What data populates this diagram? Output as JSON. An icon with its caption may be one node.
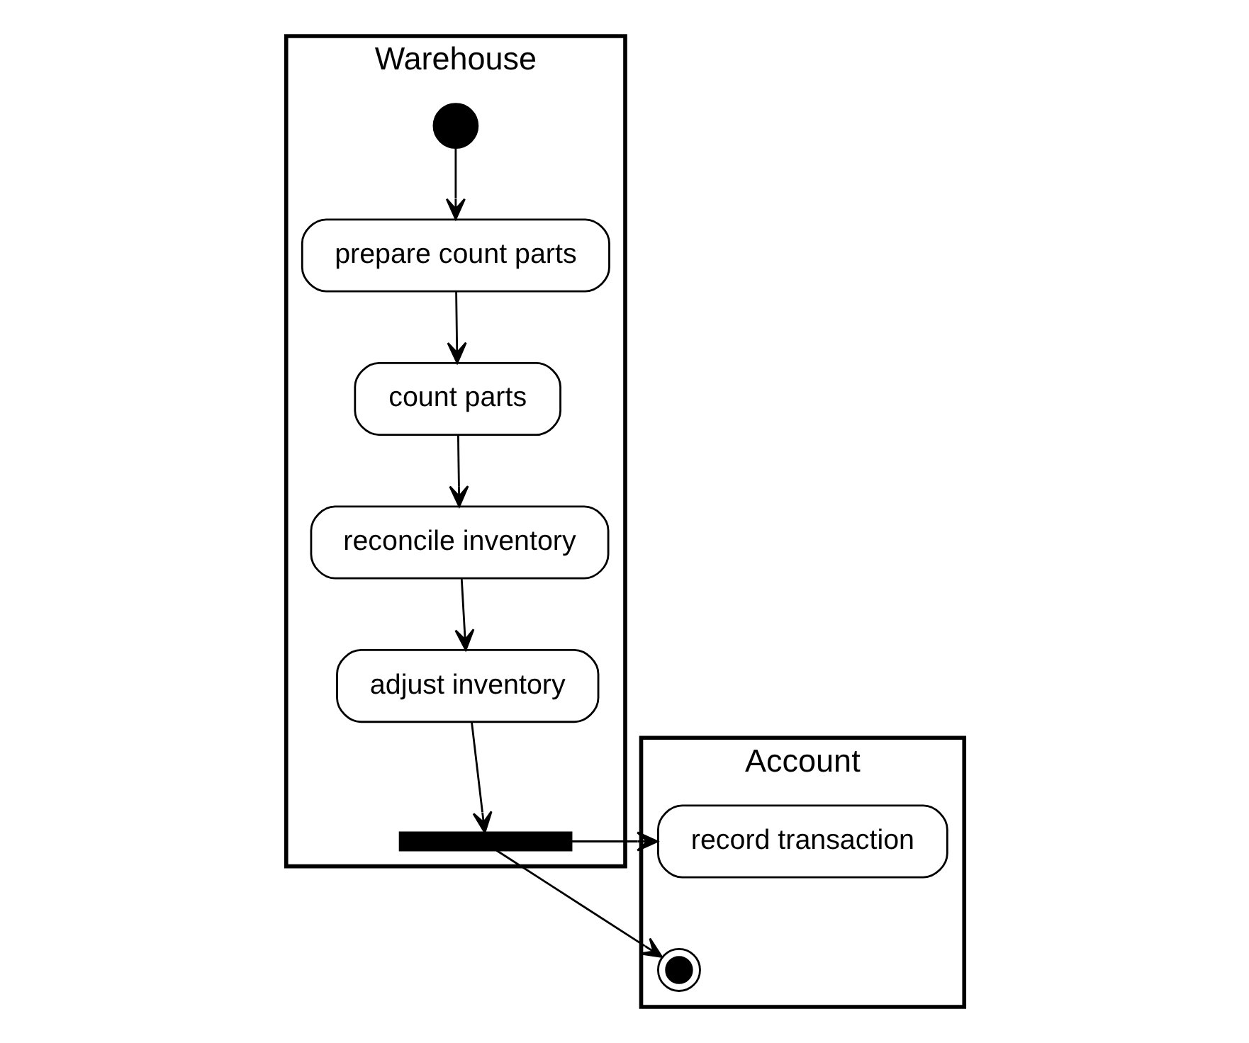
{
  "diagram": {
    "nodes": [
      {
        "text": [
          "Warehouse"
        ]
      },
      {
        "text": [
          "Account"
        ]
      },
      {
        "text": [],
        "shape": "circle",
        "in": 0
      },
      {
        "text": [
          "prepare count parts"
        ],
        "in": 0
      },
      {
        "text": [
          "count parts"
        ],
        "in": 0
      },
      {
        "text": [
          "reconcile inventory"
        ],
        "in": 0
      },
      {
        "text": [
          "adjust inventory"
        ],
        "in": 0
      },
      {
        "text": [],
        "shape": "bar",
        "in": 0
      },
      {
        "text": [
          "record transaction"
        ],
        "in": 1
      },
      {
        "text": [],
        "shape": "bullseye",
        "in": 1
      }
    ],
    "edges": [
      {
        "from": 2,
        "to": 3,
        "arrow": "to"
      },
      {
        "from": 3,
        "to": 4,
        "arrow": "to"
      },
      {
        "from": 4,
        "to": 5,
        "arrow": "to"
      },
      {
        "from": 5,
        "to": 6,
        "arrow": "to"
      },
      {
        "from": 6,
        "to": 7,
        "arrow": "to"
      },
      {
        "from": 7,
        "to": 8,
        "arrow": "to"
      },
      {
        "from": 7,
        "to": 9,
        "arrow": "to"
      }
    ]
  }
}
